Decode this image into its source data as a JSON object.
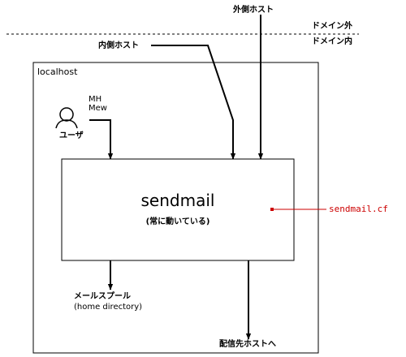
{
  "external_host": "外側ホスト",
  "internal_host": "内側ホスト",
  "domain_outside": "ドメイン外",
  "domain_inside": "ドメイン内",
  "localhost": "localhost",
  "mua_line1": "MH",
  "mua_line2": "Mew",
  "user": "ユーザ",
  "sendmail": "sendmail",
  "always_running": "(常に動いている)",
  "config_file": "sendmail.cf",
  "mail_spool": "メールスプール",
  "home_directory": "(home directory)",
  "deliver_host": "配信先ホストへ",
  "colors": {
    "line": "#000000",
    "config_accent": "#cc0000"
  }
}
